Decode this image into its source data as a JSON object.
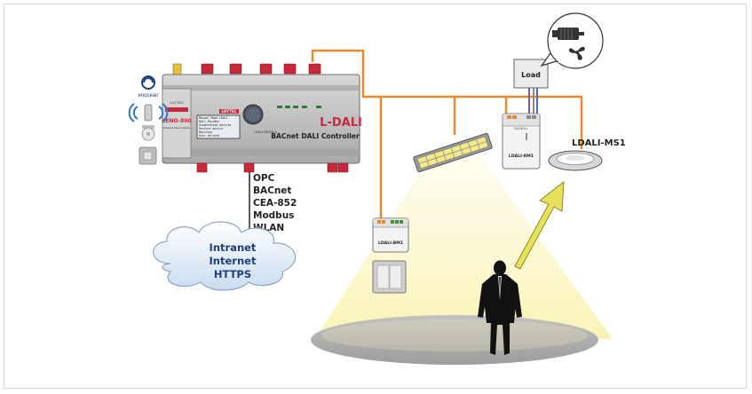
{
  "colors": {
    "wire": "#e8892b",
    "light_beam": "#fbf6c8",
    "floor": "#b4b4b4",
    "controller_body": "#c8c8c8",
    "connector_red": "#c8283a",
    "arrow": "#e6e05a",
    "cloud": "#dbe7f4"
  },
  "protocols": [
    "OPC",
    "BACnet",
    "CEA-852",
    "Modbus",
    "WLAN"
  ],
  "cloud": {
    "lines": [
      "Intranet",
      "Internet",
      "HTTPS"
    ]
  },
  "controller": {
    "brand_title": "L-DALI",
    "subtitle": "BACnet DALI Controller",
    "model": "LDALI-ME204-U",
    "brand_tag": "LOYTEC",
    "screen_lines": [
      "Manual Mode LDALI",
      "DALI Pow/Net",
      "Unaddressed devices",
      "Restore device",
      "Maintain",
      "User defined"
    ]
  },
  "side_module": {
    "brand": "LOYTEC",
    "label": "LENO-800",
    "sub": "Enhanced Ocean Interface"
  },
  "enocean": {
    "label": "enocean"
  },
  "load": {
    "label": "Load",
    "icons": [
      "motor-icon",
      "fan-icon"
    ]
  },
  "relay_module": {
    "label": "LDALI-RM1",
    "terminals": "DA DA N L"
  },
  "button_module": {
    "label": "LDALI-BM1"
  },
  "sensor": {
    "label": "LDALI-MS1"
  }
}
